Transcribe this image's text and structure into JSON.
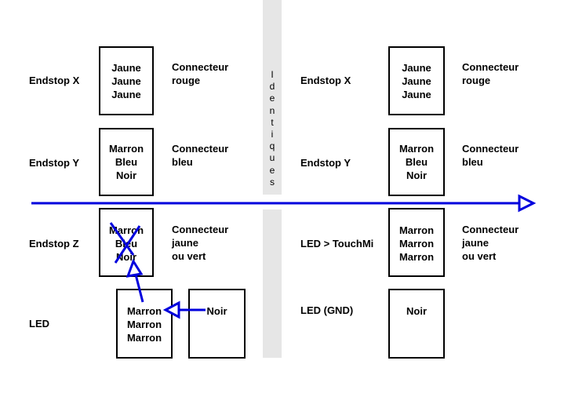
{
  "separator": {
    "text": [
      "I",
      "d",
      "e",
      "n",
      "t",
      "i",
      "q",
      "u",
      "e",
      "s"
    ]
  },
  "left": {
    "endstop_x": {
      "label": "Endstop X",
      "wires": [
        "Jaune",
        "Jaune",
        "Jaune"
      ],
      "connector": [
        "Connecteur",
        "rouge"
      ]
    },
    "endstop_y": {
      "label": "Endstop Y",
      "wires": [
        "Marron",
        "Bleu",
        "Noir"
      ],
      "connector": [
        "Connecteur",
        "bleu"
      ]
    },
    "endstop_z": {
      "label": "Endstop Z",
      "wires": [
        "Marron",
        "Bleu",
        "Noir"
      ],
      "connector": [
        "Connecteur",
        "jaune",
        "ou vert"
      ]
    },
    "led": {
      "label": "LED",
      "wires": [
        "Marron",
        "Marron",
        "Marron"
      ],
      "extra_box": [
        "Noir"
      ]
    }
  },
  "right": {
    "endstop_x": {
      "label": "Endstop X",
      "wires": [
        "Jaune",
        "Jaune",
        "Jaune"
      ],
      "connector": [
        "Connecteur",
        "rouge"
      ]
    },
    "endstop_y": {
      "label": "Endstop Y",
      "wires": [
        "Marron",
        "Bleu",
        "Noir"
      ],
      "connector": [
        "Connecteur",
        "bleu"
      ]
    },
    "led_touchmi": {
      "label": "LED > TouchMi",
      "wires": [
        "Marron",
        "Marron",
        "Marron"
      ],
      "connector": [
        "Connecteur",
        "jaune",
        "ou vert"
      ]
    },
    "led_gnd": {
      "label": "LED (GND)",
      "wires": [
        "Noir"
      ]
    }
  },
  "colors": {
    "arrow": "#0000dd",
    "divider": "#e6e6e6"
  }
}
